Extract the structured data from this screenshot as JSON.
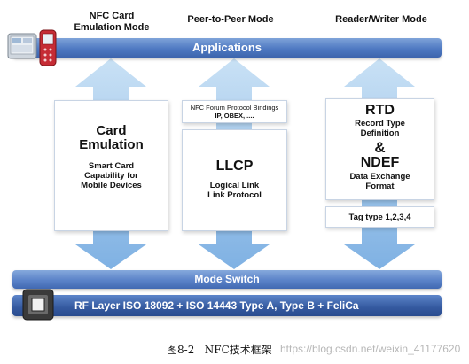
{
  "modes": {
    "card_emulation": "NFC Card\nEmulation Mode",
    "peer_to_peer": "Peer-to-Peer Mode",
    "reader_writer": "Reader/Writer Mode"
  },
  "bars": {
    "applications": "Applications",
    "mode_switch": "Mode Switch",
    "rf_layer": "RF Layer ISO 18092 + ISO 14443 Type A, Type B + FeliCa"
  },
  "card_emulation": {
    "title": "Card\nEmulation",
    "description": "Smart Card Capability for Mobile Devices"
  },
  "peer_to_peer": {
    "bindings_line1": "NFC Forum Protocol Bindings",
    "bindings_line2": "IP, OBEX, ....",
    "title": "LLCP",
    "description": "Logical Link Link Protocol"
  },
  "reader_writer": {
    "rtd_title": "RTD",
    "rtd_description": "Record Type Definition",
    "ampersand": "&",
    "ndef_title": "NDEF",
    "ndef_description": "Data Exchange Format",
    "tag_types": "Tag type 1,2,3,4"
  },
  "caption": "图8-2   NFC技术框架",
  "watermark": "https://blog.csdn.net/weixin_41177620",
  "colors": {
    "arrow": "#7fb6e6",
    "bar_top": "#4f79c2",
    "bar_bottom": "#2a4c8f"
  }
}
